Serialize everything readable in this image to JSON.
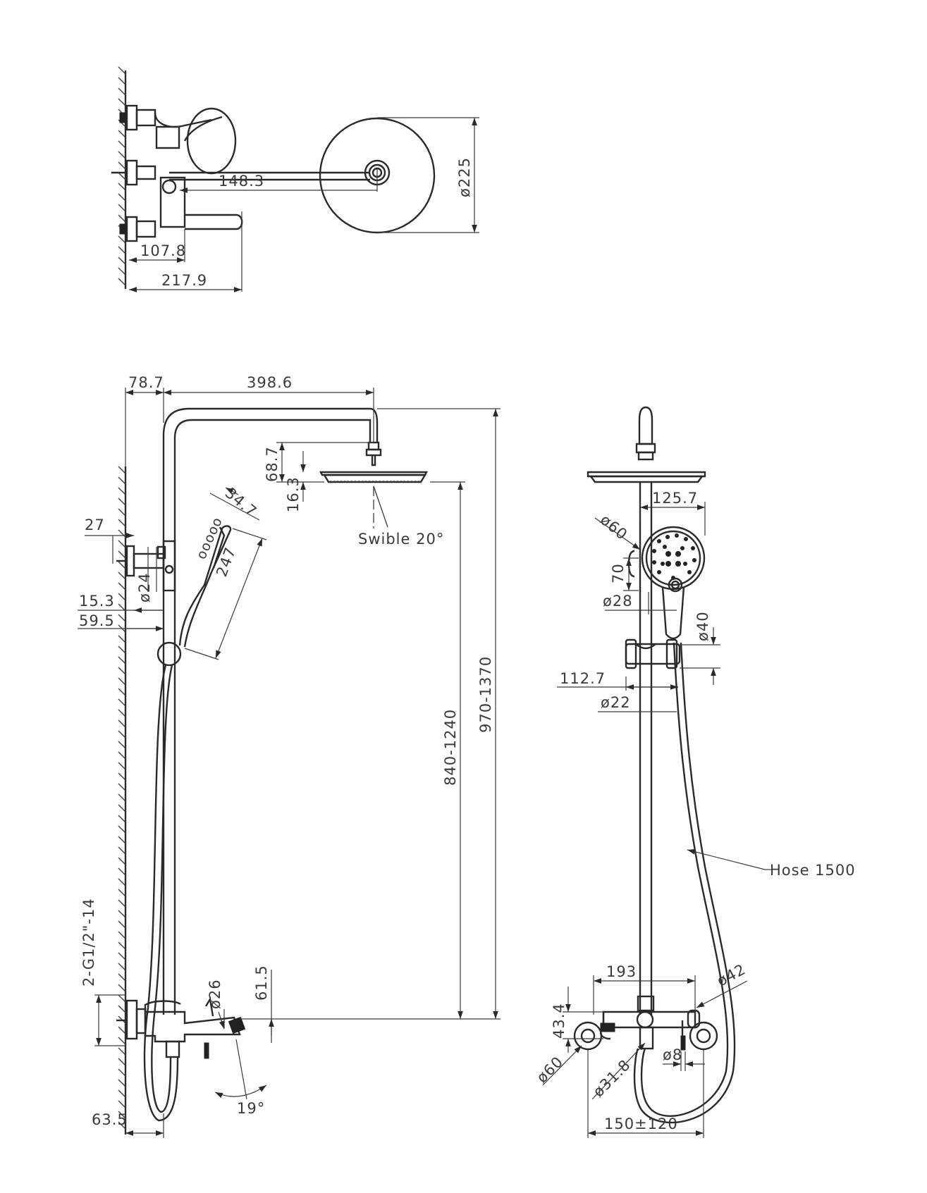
{
  "top_view": {
    "dim_148_3": "148.3",
    "dim_107_8": "107.8",
    "dim_217_9": "217.9",
    "dim_d225": "ø225"
  },
  "side_view": {
    "dim_78_7": "78.7",
    "dim_398_6": "398.6",
    "dim_68_7": "68.7",
    "dim_16_3": "16.3",
    "swivel": "Swible 20°",
    "dim_34_7": "34.7",
    "dim_247": "247",
    "dim_27": "27",
    "dim_d24": "ø24",
    "dim_15_3": "15.3",
    "dim_59_5": "59.5",
    "dim_840_1240": "840-1240",
    "dim_970_1370": "970-1370",
    "thread": "2-G1/2\"-14",
    "dim_d26": "ø26",
    "dim_61_5": "61.5",
    "angle_19": "19°",
    "dim_63_5": "63.5"
  },
  "front_view": {
    "dim_125_7": "125.7",
    "dim_d60_top": "ø60",
    "dim_70": "70",
    "dim_d28": "ø28",
    "dim_d40": "ø40",
    "dim_112_7": "112.7",
    "dim_d22": "ø22",
    "hose": "Hose 1500",
    "dim_193": "193",
    "dim_d42": "ø42",
    "dim_43_4": "43.4",
    "dim_d60_bottom": "ø60",
    "dim_d31_8": "ø31.8",
    "dim_d8": "ø8",
    "dim_150_120": "150±120"
  }
}
